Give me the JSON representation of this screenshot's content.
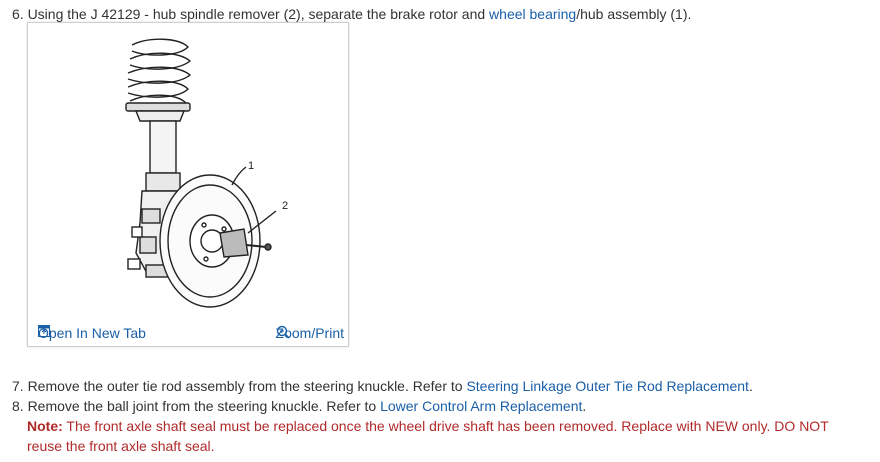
{
  "step6": {
    "text_before": "6. Using the J 42129 - hub spindle remover  (2), separate the brake rotor and ",
    "link": "wheel bearing",
    "text_after": "/hub assembly (1)."
  },
  "figure": {
    "callouts": [
      "1",
      "2"
    ],
    "open_tab_label": "Open In New Tab",
    "zoom_label": "Zoom/Print",
    "open_tab_icon": "external-tab-icon",
    "zoom_icon": "zoom-magnifier-icon"
  },
  "step7": {
    "text": "7. Remove the outer tie rod assembly from the steering knuckle. Refer to ",
    "link": "Steering Linkage Outer Tie Rod Replacement",
    "end": "."
  },
  "step8": {
    "text": "8. Remove the ball joint from the steering knuckle. Refer to ",
    "link": "Lower Control Arm Replacement",
    "end": "."
  },
  "note": {
    "label": "Note:",
    "text": " The front axle shaft seal must be replaced once the wheel drive shaft has been removed. Replace with NEW only. DO NOT reuse the front axle shaft seal."
  },
  "colors": {
    "link": "#1a5fa8",
    "note": "#b12a2a",
    "text": "#333333"
  }
}
